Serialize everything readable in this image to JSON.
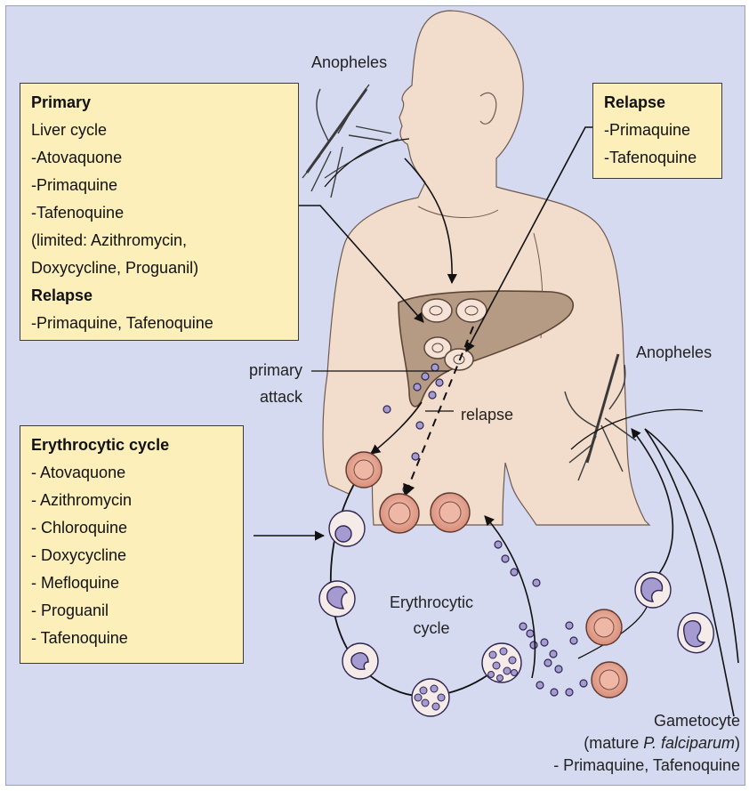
{
  "colors": {
    "background": "#d6daf0",
    "skin": "#f2dccb",
    "liver": "#b59a84",
    "note_box": "#fcefb9",
    "rbc": "#e6a593",
    "parasite": "#a69bd0"
  },
  "labels": {
    "anopheles_top": "Anopheles",
    "anopheles_right": "Anopheles",
    "primary_attack_1": "primary",
    "primary_attack_2": "attack",
    "relapse": "relapse",
    "cycle_1": "Erythrocytic",
    "cycle_2": "cycle",
    "gametocyte_1": "Gametocyte",
    "gametocyte_2_pre": "(mature ",
    "gametocyte_2_em": "P. falciparum",
    "gametocyte_2_post": ")",
    "gametocyte_3": "- Primaquine, Tafenoquine"
  },
  "boxes": {
    "primary": {
      "heading": "Primary",
      "lines": [
        "Liver cycle",
        "-Atovaquone",
        "-Primaquine",
        "-Tafenoquine",
        "(limited: Azithromycin,",
        "Doxycycline, Proguanil)"
      ],
      "relapse_heading": "Relapse",
      "relapse_line": "-Primaquine, Tafenoquine"
    },
    "relapse": {
      "heading": "Relapse",
      "lines": [
        "-Primaquine",
        "-Tafenoquine"
      ]
    },
    "erythrocytic": {
      "heading": "Erythrocytic cycle",
      "lines": [
        "- Atovaquone",
        "- Azithromycin",
        "- Chloroquine",
        "- Doxycycline",
        "- Mefloquine",
        "- Proguanil",
        "- Tafenoquine"
      ]
    }
  }
}
